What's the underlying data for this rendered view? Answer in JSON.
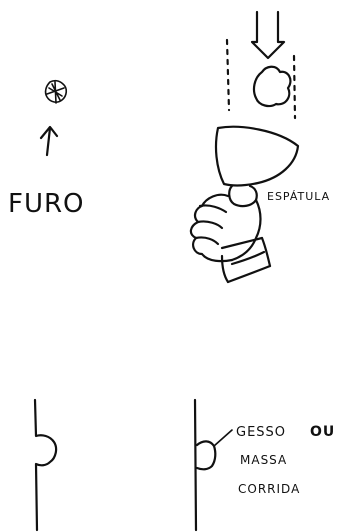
{
  "labels": {
    "furo": "FURO",
    "espatula": "ESPÁTULA",
    "gesso_line1": "GESSO",
    "gesso_ou": "OU",
    "massa": "MASSA",
    "corrida": "CORRIDA"
  }
}
